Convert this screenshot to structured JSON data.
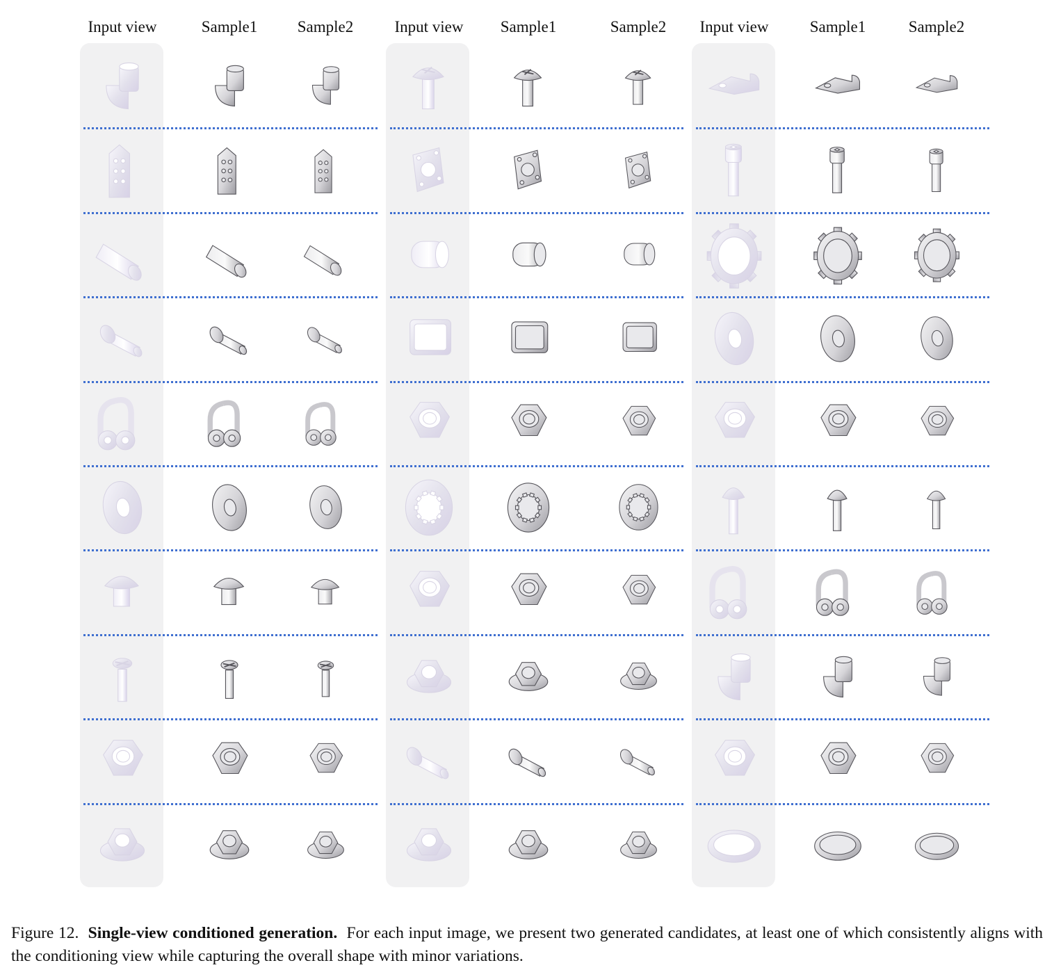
{
  "headers": [
    "Input view",
    "Sample1",
    "Sample2",
    "Input view",
    "Sample1",
    "Sample2",
    "Input view",
    "Sample1",
    "Sample2"
  ],
  "groups": [
    [
      "elbow",
      "plate",
      "cylinder-pin",
      "shoulder-pin",
      "bracket",
      "washer-thick",
      "round-head",
      "bolt",
      "hex-nut",
      "flange-nut"
    ],
    [
      "phillips-screw",
      "square-flange",
      "bushing",
      "square-tube",
      "hex-nut",
      "tooth-washer",
      "hex-nut",
      "flange-nut",
      "shoulder-pin",
      "flange-nut"
    ],
    [
      "clip",
      "socket-screw",
      "gear-washer",
      "washer",
      "hex-nut",
      "round-pin",
      "bracket",
      "elbow",
      "hex-nut",
      "ring"
    ]
  ],
  "caption": {
    "label": "Figure 12.",
    "title": "Single-view conditioned generation.",
    "text": "For each input image, we present two generated candidates, at least one of which consistently aligns with the conditioning view while capturing the overall shape with minor variations."
  },
  "colors": {
    "separator": "#3f6fd0",
    "panel": "#f1f1f2"
  }
}
